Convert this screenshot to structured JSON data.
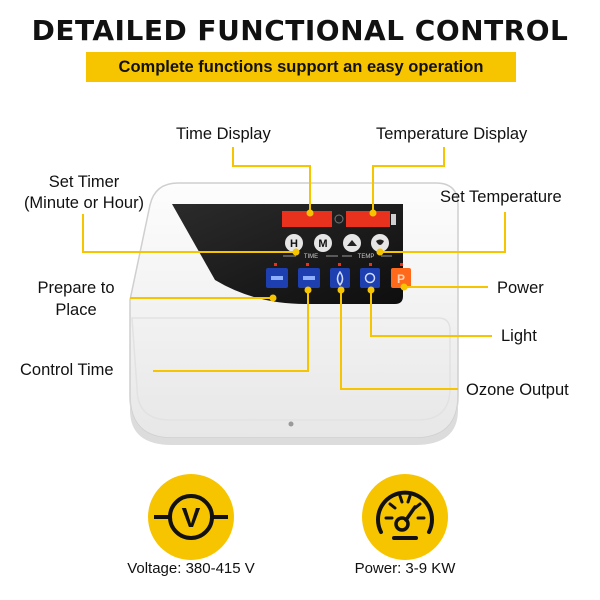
{
  "header": {
    "title": "DETAILED FUNCTIONAL CONTROL",
    "subtitle": "Complete functions support an easy operation"
  },
  "callouts": {
    "time_display": "Time Display",
    "temperature_display": "Temperature Display",
    "set_timer_line1": "Set Timer",
    "set_timer_line2": "(Minute or Hour)",
    "set_temperature": "Set Temperature",
    "prepare_line1": "Prepare to",
    "prepare_line2": "Place",
    "power": "Power",
    "light": "Light",
    "control_time": "Control Time",
    "ozone_output": "Ozone Output"
  },
  "panel": {
    "button_h": "H",
    "button_m": "M",
    "time_label": "TIME",
    "temp_label": "TEMP",
    "power_key": "P"
  },
  "specs": {
    "voltage": "Voltage: 380-415 V",
    "power": "Power: 3-9 KW",
    "voltage_symbol": "V"
  },
  "colors": {
    "accent": "#f7c400",
    "display_red": "#e8321e",
    "power_orange": "#ff6a1a",
    "key_blue": "#1d3fb0"
  }
}
